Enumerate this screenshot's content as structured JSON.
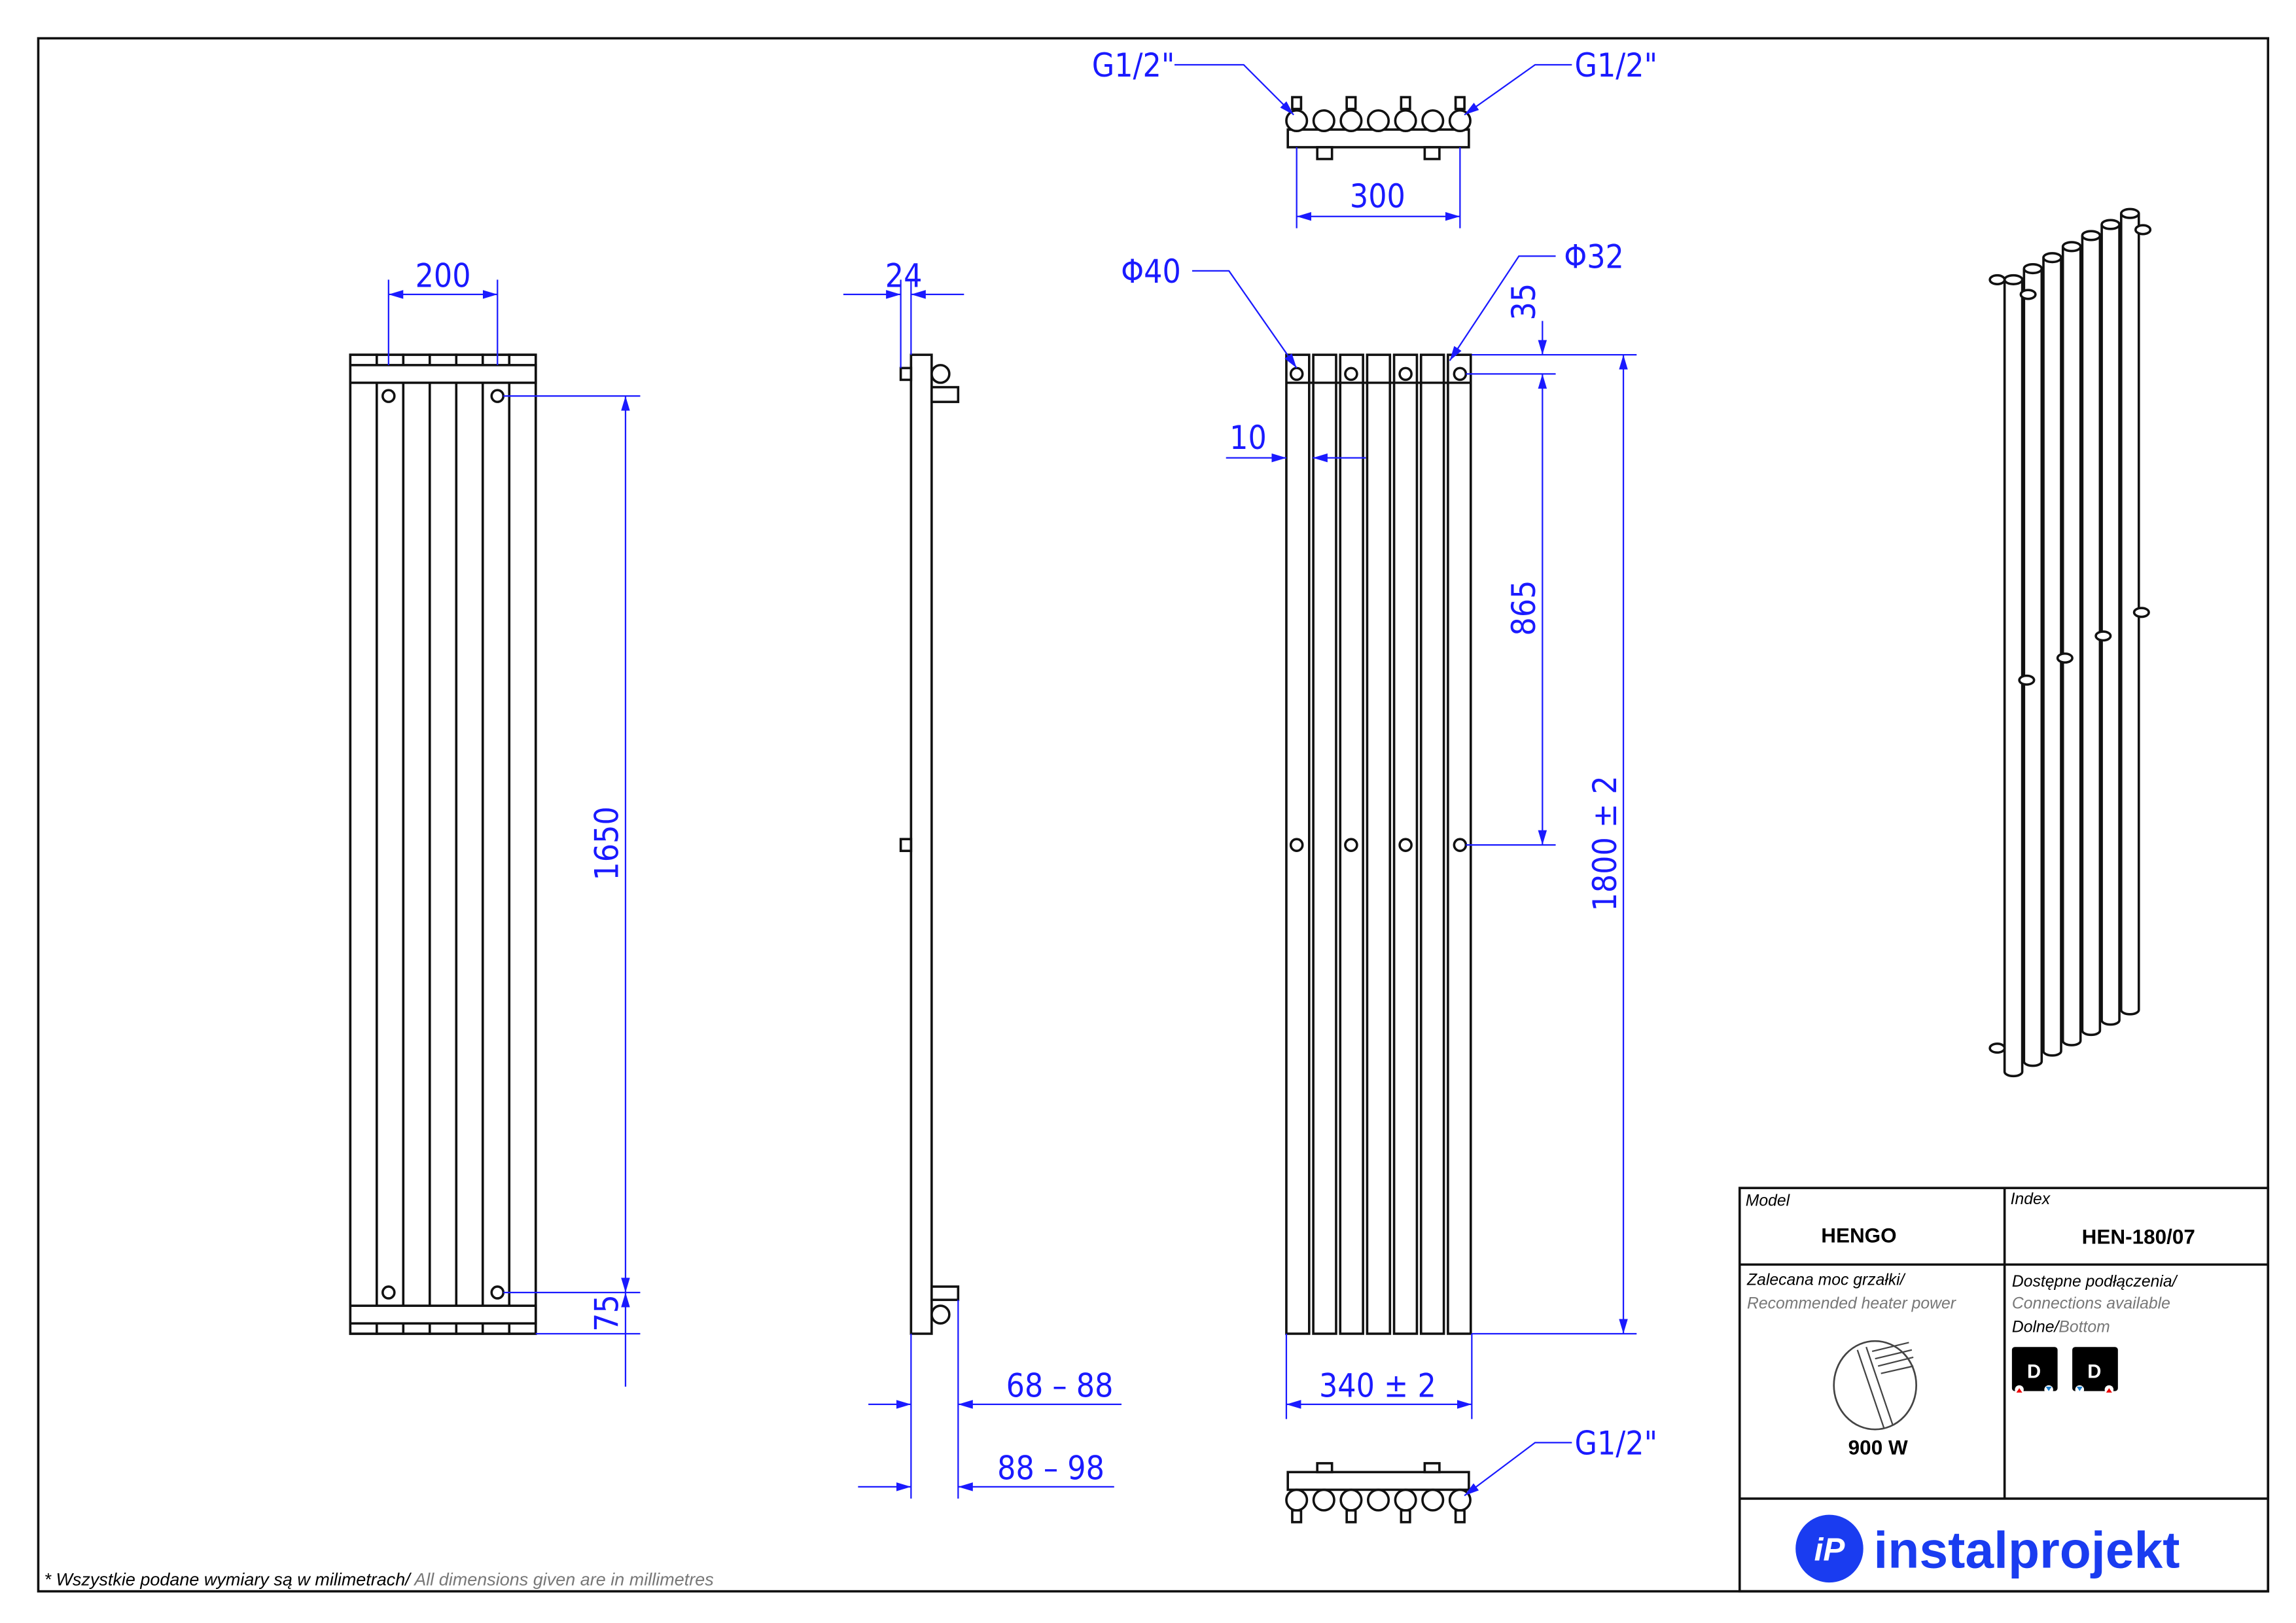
{
  "dimensions": {
    "front_width": "200",
    "front_height": "1650",
    "front_bottom": "75",
    "side_depth": "24",
    "wall_distance_1": "68 – 88",
    "wall_distance_2": "88 – 98",
    "tube_diameter_large": "Φ40",
    "tube_diameter_small": "Φ32",
    "gap": "10",
    "top_offset": "35",
    "bracket_spacing": "865",
    "height": "1800 ± 2",
    "width": "340 ± 2",
    "connection_spacing": "300",
    "thread_top_left": "G1/2\"",
    "thread_top_right": "G1/2\"",
    "thread_bottom": "G1/2\""
  },
  "title_block": {
    "model_label": "Model",
    "model_value": "HENGO",
    "index_label": "Index",
    "index_value": "HEN-180/07",
    "heater_label_pl": "Zalecana moc grzałki/",
    "heater_label_en": "Recommended heater power",
    "heater_power": "900 W",
    "connections_label_pl": "Dostępne podłączenia/",
    "connections_label_en": "Connections available",
    "connections_type_pl": "Dolne/",
    "connections_type_en": "Bottom",
    "connection_badges": [
      "D",
      "D"
    ],
    "brand": "instalprojekt",
    "brand_color": "#1a3cf0"
  },
  "footnote": {
    "pl": "* Wszystkie podane wymiary są w milimetrach/",
    "en": " All dimensions given are in millimetres"
  }
}
